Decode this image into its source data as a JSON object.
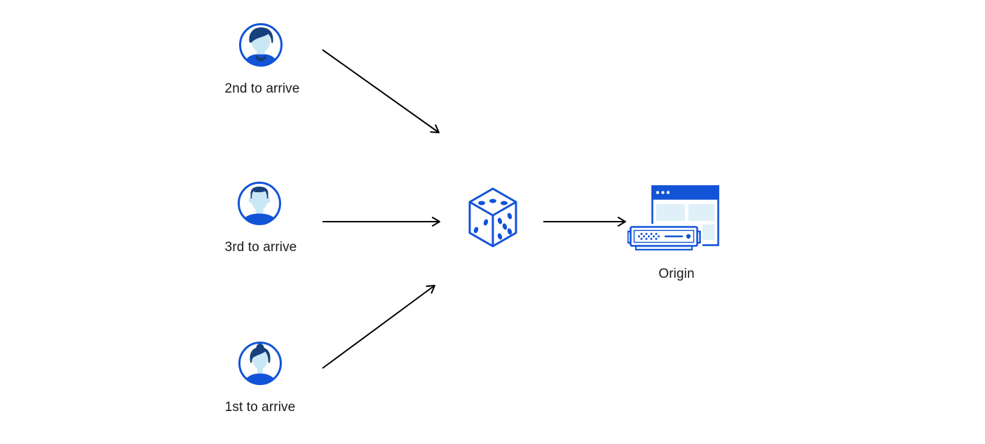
{
  "diagram": {
    "title": "",
    "colors": {
      "primary_blue": "#1253d8",
      "light_blue_fill": "#dff0f8",
      "face_blue": "#c9e8f5",
      "dark_navy": "#17417c",
      "arrow_black": "#000000",
      "background": "#ffffff"
    },
    "nodes": {
      "visitor_2nd": {
        "label": "2nd to arrive",
        "icon": "avatar-man-swept-hair-icon"
      },
      "visitor_3rd": {
        "label": "3rd to arrive",
        "icon": "avatar-man-flat-hair-icon"
      },
      "visitor_1st": {
        "label": "1st to arrive",
        "icon": "avatar-woman-bun-icon"
      },
      "randomizer": {
        "label": "",
        "icon": "dice-icon"
      },
      "origin": {
        "label": "Origin",
        "icon": "origin-server-icon"
      }
    },
    "edges": [
      {
        "from": "visitor_2nd",
        "to": "randomizer"
      },
      {
        "from": "visitor_3rd",
        "to": "randomizer"
      },
      {
        "from": "visitor_1st",
        "to": "randomizer"
      },
      {
        "from": "randomizer",
        "to": "origin"
      }
    ]
  }
}
